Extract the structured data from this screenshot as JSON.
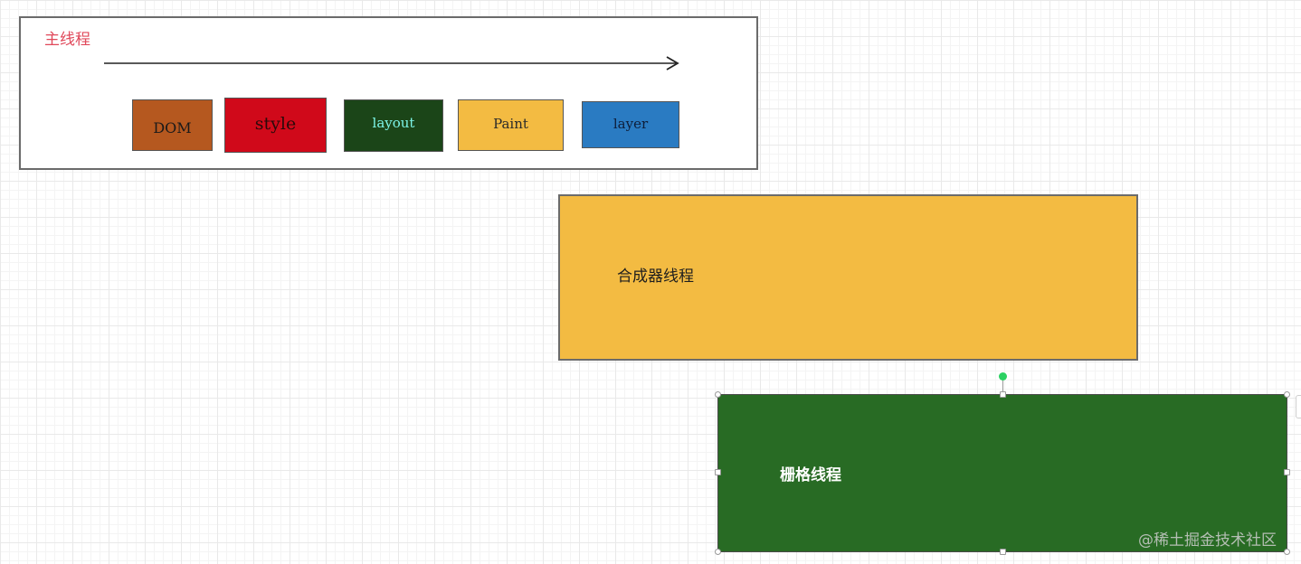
{
  "main_thread": {
    "title": "主线程",
    "stages": [
      {
        "label": "DOM",
        "color": "#b5581f"
      },
      {
        "label": "style",
        "color": "#d0091a"
      },
      {
        "label": "layout",
        "color": "#1b4518"
      },
      {
        "label": "Paint",
        "color": "#f3bb42"
      },
      {
        "label": "layer",
        "color": "#2a7bc2"
      }
    ]
  },
  "compositor_thread": {
    "label": "合成器线程",
    "color": "#f3bb42"
  },
  "raster_thread": {
    "label": "栅格线程",
    "color": "#286b24"
  },
  "watermark": "@稀土掘金技术社区"
}
